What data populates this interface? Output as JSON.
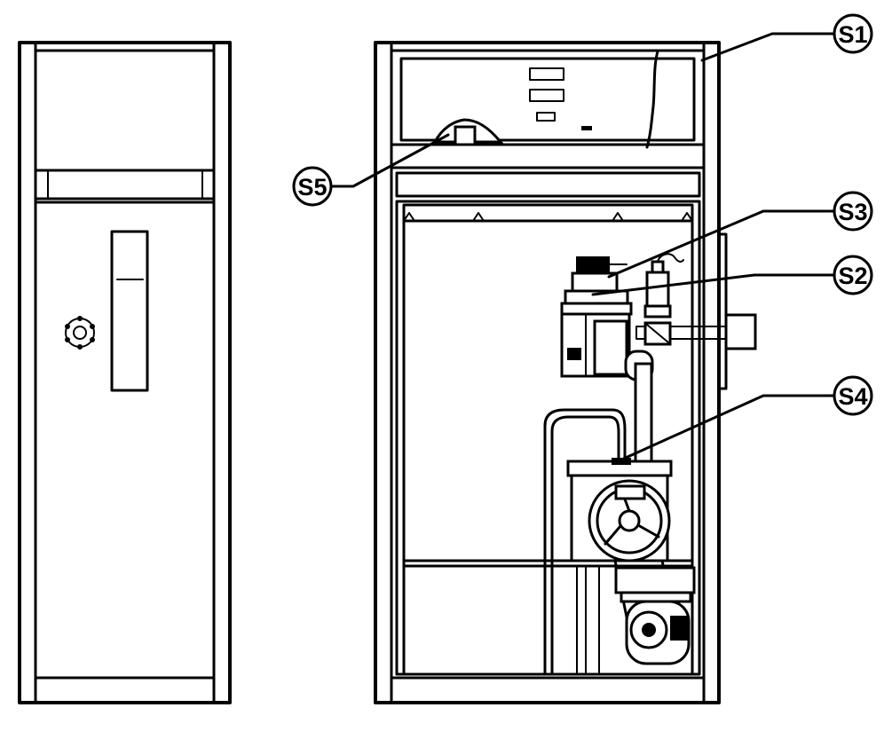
{
  "callouts": [
    {
      "id": "s1",
      "label": "S1"
    },
    {
      "id": "s2",
      "label": "S2"
    },
    {
      "id": "s3",
      "label": "S3"
    },
    {
      "id": "s4",
      "label": "S4"
    },
    {
      "id": "s5",
      "label": "S5"
    }
  ],
  "colors": {
    "line": "#000000",
    "background": "#ffffff"
  }
}
